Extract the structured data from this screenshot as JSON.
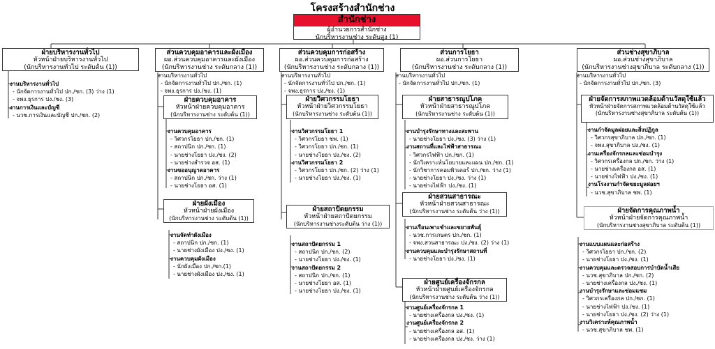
{
  "page_title": "โครงสร้างสำนักช่าง",
  "top": {
    "name": "สำนักช่าง",
    "line1": "ผู้อำนวยการสำนักช่าง",
    "line2": "นักบริหารงานช่าง ระดับสูง (1)",
    "color": "#e8112d"
  },
  "col1": {
    "head": {
      "l1": "ฝ่ายบริหารงานทั่วไป",
      "l2": "หัวหน้าฝ่ายบริหารงานทั่วไป",
      "l3": "(นักบริหารงานทั่วไป ระดับต้น (1))"
    },
    "items": [
      {
        "h": "งานบริหารงานทั่วไป"
      },
      {
        "i": "- นักจัดการงานทั่วไป ปก./ชก. (3) ว่าง (1)"
      },
      {
        "i": "- จพง.ธุรการ ปง./ชง. (3)"
      },
      {
        "h": "งานการเงินและบัญชี"
      },
      {
        "i": "- นวช.การเงินและบัญชี ปก./ชก. (2)"
      }
    ]
  },
  "col2": {
    "head": {
      "l1": "ส่วนควบคุมอาคารและผังเมือง",
      "l2": "ผอ.ส่วนควบคุมอาคารและผังเมือง",
      "l3": "(นักบริหารงานช่าง ระดับกลาง (1))"
    },
    "top_items": [
      {
        "h": "งานบริหารงานทั่วไป"
      },
      {
        "i": "- นักจัดการงานทั่วไป ปก./ชก. (1)"
      },
      {
        "i": "- จพง.ธุรการ ปง./ชง. (1)"
      }
    ],
    "sub1": {
      "head": {
        "l1": "ฝ่ายควบคุมอาคาร",
        "l2": "หัวหน้าฝ่ายควบคุมอาคาร",
        "l3": "(นักบริหารงานช่าง ระดับต้น (1))"
      },
      "items": [
        {
          "h": "งานควบคุมอาคาร"
        },
        {
          "i": "- วิศวกรโยธา ปก./ชก. (1)"
        },
        {
          "i": "- สถาปนิก ปก./ชก. (1)"
        },
        {
          "i": "- นายช่างโยธา ปง./ชง. (2)"
        },
        {
          "i": "- นายช่างสำรวจ อส. (1)"
        },
        {
          "h": "งานขออนุญาตอาคาร"
        },
        {
          "i": "- สถาปนิก ปก./ชก. ว่าง (1)"
        },
        {
          "i": "- นายช่างโยธา อส. (1)"
        }
      ]
    },
    "sub2": {
      "head": {
        "l1": "ฝ่ายผังเมือง",
        "l2": "หัวหน้าฝ่ายผังเมือง",
        "l3": "(นักบริหารงานช่าง ระดับต้น (1))"
      },
      "items": [
        {
          "h": "งานจัดทำผังเมือง"
        },
        {
          "i": "- สถาปนิก ปก./ชก. (1)"
        },
        {
          "i": "- นายช่างผังเมือง ปง./ชง. (1)"
        },
        {
          "h": "งานควบคุมผังเมือง"
        },
        {
          "i": "- นักผังเมือง ปก./ชก.(1)"
        },
        {
          "i": "- นายช่างผังเมือง ปง./ชง. (1)"
        }
      ]
    }
  },
  "col3": {
    "head": {
      "l1": "ส่วนควบคุมการก่อสร้าง",
      "l2": "ผอ.ส่วนควบคุมการก่อสร้าง",
      "l3": "(นักบริหารงานช่าง ระดับกลาง (1))"
    },
    "top_items": [
      {
        "h": "งานบริหารงานทั่วไป"
      },
      {
        "i": "- นักจัดการงานทั่วไป ปก./ชก. (1)"
      },
      {
        "i": "- จพง.ธุรการ ปง./ชง. (1)"
      }
    ],
    "sub1": {
      "head": {
        "l1": "ฝ่ายวิศวกรรมโยธา",
        "l2": "หัวหน้าฝ่ายวิศวกรรมโยธา",
        "l3": "(นักบริหารงานช่าง ระดับต้น (1))"
      },
      "items": [
        {
          "h": "งานวิศวกรรมโยธา 1"
        },
        {
          "i": "- วิศวกรโยธา ชพ. (1)"
        },
        {
          "i": "- วิศวกรโยธา ปก./ชก. (1)"
        },
        {
          "i": "- นายช่างโยธา ปง./ชง. (2)"
        },
        {
          "h": "งานวิศวกรรมโยธา 2"
        },
        {
          "i": "- วิศวกรโยธา ปก./ชก. (2) ว่าง (1)"
        },
        {
          "i": "- นายช่างโยธา ปง./ชง. (1)"
        }
      ]
    },
    "sub2": {
      "head": {
        "l1": "ฝ่ายสถาปัตยกรรม",
        "l2": "หัวหน้าฝ่ายสถาปัตยกรรม",
        "l3": "(นักบริหารงานช่างระดับต้น ว่าง (1))"
      },
      "items": [
        {
          "h": "งานสถาปัตยกรรม 1"
        },
        {
          "i": "- สถาปนิก ปก./ชก. (2)"
        },
        {
          "i": "- นายช่างโยธา ปง./ชง. (1)"
        },
        {
          "h": "งานสถาปัตยกรรม 2"
        },
        {
          "i": "- สถาปนิก ปก./ชก. (1)"
        },
        {
          "i": "- นายช่างโยธา อส. (1)"
        },
        {
          "i": "- นายช่างโยธา ปง./ชง. (1)"
        }
      ]
    }
  },
  "col4": {
    "head": {
      "l1": "ส่วนการโยธา",
      "l2": "ผอ.ส่วนการโยธา",
      "l3": "(นักบริหารงานช่าง ระดับกลาง (1))"
    },
    "top_items": [
      {
        "h": "งานบริหารงานทั่วไป"
      },
      {
        "i": "- นักจัดการงานทั่วไป ปก./ชก. (1)"
      }
    ],
    "sub1": {
      "head": {
        "l1": "ฝ่ายสาธารณูปโภค",
        "l2": "หัวหน้าฝ่ายสาธารณูปโภค",
        "l3": "(นักบริหารงานช่าง ระดับต้น (1))"
      },
      "items": [
        {
          "h": "งานบำรุงรักษาทางและสะพาน"
        },
        {
          "i": "- นายช่างโยธา ปง./ชง. (3) ว่าง (1)"
        },
        {
          "h": "งานสถานที่และไฟฟ้าสาธารณะ"
        },
        {
          "i": "- วิศวกรไฟฟ้า ปก./ชก. (1)"
        },
        {
          "i": "- นักวิเคราะห์นโยบายและแผน ปก./ชก. (1)"
        },
        {
          "i": "- นักวิชาการคอมพิวเตอร์ ปก./ชก. ว่าง (1)"
        },
        {
          "i": "- นายช่างโยธา ปง./ชง. ว่าง (1)"
        },
        {
          "i": "- นายช่างไฟฟ้า ปง./ชง. (1)"
        }
      ]
    },
    "sub2": {
      "head": {
        "l1": "ฝ่ายสวนสาธารณะ",
        "l2": "หัวหน้าฝ่ายสวนสาธารณะ",
        "l3": "(นักบริหารงานช่าง ระดับต้น ว่าง (1))"
      },
      "items": [
        {
          "h": "งานเรือนเพาะชำและขยายพันธุ์"
        },
        {
          "i": "- นวช.การเกษตร ปก./ชก. (1)"
        },
        {
          "i": "- จพง.สวนสาธารณะ ปง./ชง. (2) ว่าง (1)"
        },
        {
          "h": "งานควบคุมและบำรุงรักษาสถานที่"
        },
        {
          "i": "- นายช่างโยธา ปง./ชง. (1)"
        }
      ]
    },
    "sub3": {
      "head": {
        "l1": "ฝ่ายศูนย์เครื่องจักรกล",
        "l2": "หัวหน้าฝ่ายศูนย์เครื่องจักรกล",
        "l3": "(นักบริหารงานช่าง ระดับต้น ว่าง (1))"
      },
      "items": [
        {
          "h": "งานศูนย์เครื่องจักรกล 1"
        },
        {
          "i": "- นายช่างเครื่องกล ปง./ชง. (1)"
        },
        {
          "h": "งานศูนย์เครื่องจักรกล 2"
        },
        {
          "i": "- นายช่างเครื่องกล อส. (1)"
        },
        {
          "i": "- นายช่างเครื่องกล ปง./ชง. ว่าง (1)"
        }
      ]
    }
  },
  "col5": {
    "head": {
      "l1": "ส่วนช่างสุขาภิบาล",
      "l2": "ผอ.ส่วนช่างสุขาภิบาล",
      "l3": "(นักบริหารงานช่างสุขาภิบาล ระดับกลาง (1))"
    },
    "top_items": [
      {
        "h": "งานบริหารงานทั่วไป"
      },
      {
        "i": "- นักจัดการงานทั่วไป ปก./ชก. (3)"
      }
    ],
    "sub1": {
      "head": {
        "l1": "ฝ่ายจัดการสภาพแวดล้อมด้านวัสดุใช้แล้ว",
        "l2": "หัวหน้าฝ่ายจัดการสภาพแวดล้อมด้านวัสดุใช้แล้ว",
        "l3": "(นักบริหารงานช่างสุขาภิบาล ระดับต้น (1))"
      },
      "items": [
        {
          "h": "งานกำจัดมูลฝอยและสิ่งปฏิกูล"
        },
        {
          "i": "- วิศวกรสุขาภิบาล ปก./ชก. (1)"
        },
        {
          "i": "- จพง.สุขาภิบาล ปง./ชง. (1)"
        },
        {
          "h": "งานเครื่องจักรกลและซ่อมบำรุง"
        },
        {
          "i": "- วิศวกรเครื่องกล ปก./ชก. ว่าง (1)"
        },
        {
          "i": "- นายช่างเครื่องกล อส. (1)"
        },
        {
          "i": "- นายช่างไฟฟ้า ปง./ชง. (1)"
        },
        {
          "h": "งานโรงงานกำจัดขยะมูลฝอยฯ"
        },
        {
          "i": "- นวช.สุขาภิบาล ชพ. (1)"
        }
      ]
    },
    "sub2": {
      "head": {
        "l1": "ฝ่ายจัดการคุณภาพน้ำ",
        "l2": "หัวหน้าฝ่ายจัดการคุณภาพน้ำ",
        "l3": "(นักบริหารงานช่างสุขาภิบาล ระดับต้น (1))"
      },
      "items": [
        {
          "h": "งานแบบแผนและก่อสร้าง"
        },
        {
          "i": "- วิศวกรโยธา ปก./ชก. (2)"
        },
        {
          "i": "- นายช่างโยธา ปง./ชง. (1)"
        },
        {
          "h": "งานควบคุมและตรวจสอบการบำบัดน้ำเสีย"
        },
        {
          "i": "- นวช.สุขาภิบาล ปก./ชก. (2)"
        },
        {
          "i": "- นายช่างเครื่องกล ปง./ชง. (1)"
        },
        {
          "h": "งานบำรุงรักษาและซ่อมแซม"
        },
        {
          "i": "- วิศวกรเครื่องกล ปก./ชก. (1)"
        },
        {
          "i": "- นายช่างไฟฟ้า ปง./ชง. (1)"
        },
        {
          "i": "- นายช่างโยธา ปง./ชง. (2) ว่าง (1)"
        },
        {
          "h": "งานวิเคราะห์คุณภาพน้ำ"
        },
        {
          "i": "- นวช.สุขาภิบาล ชพ. (1)"
        }
      ]
    }
  }
}
